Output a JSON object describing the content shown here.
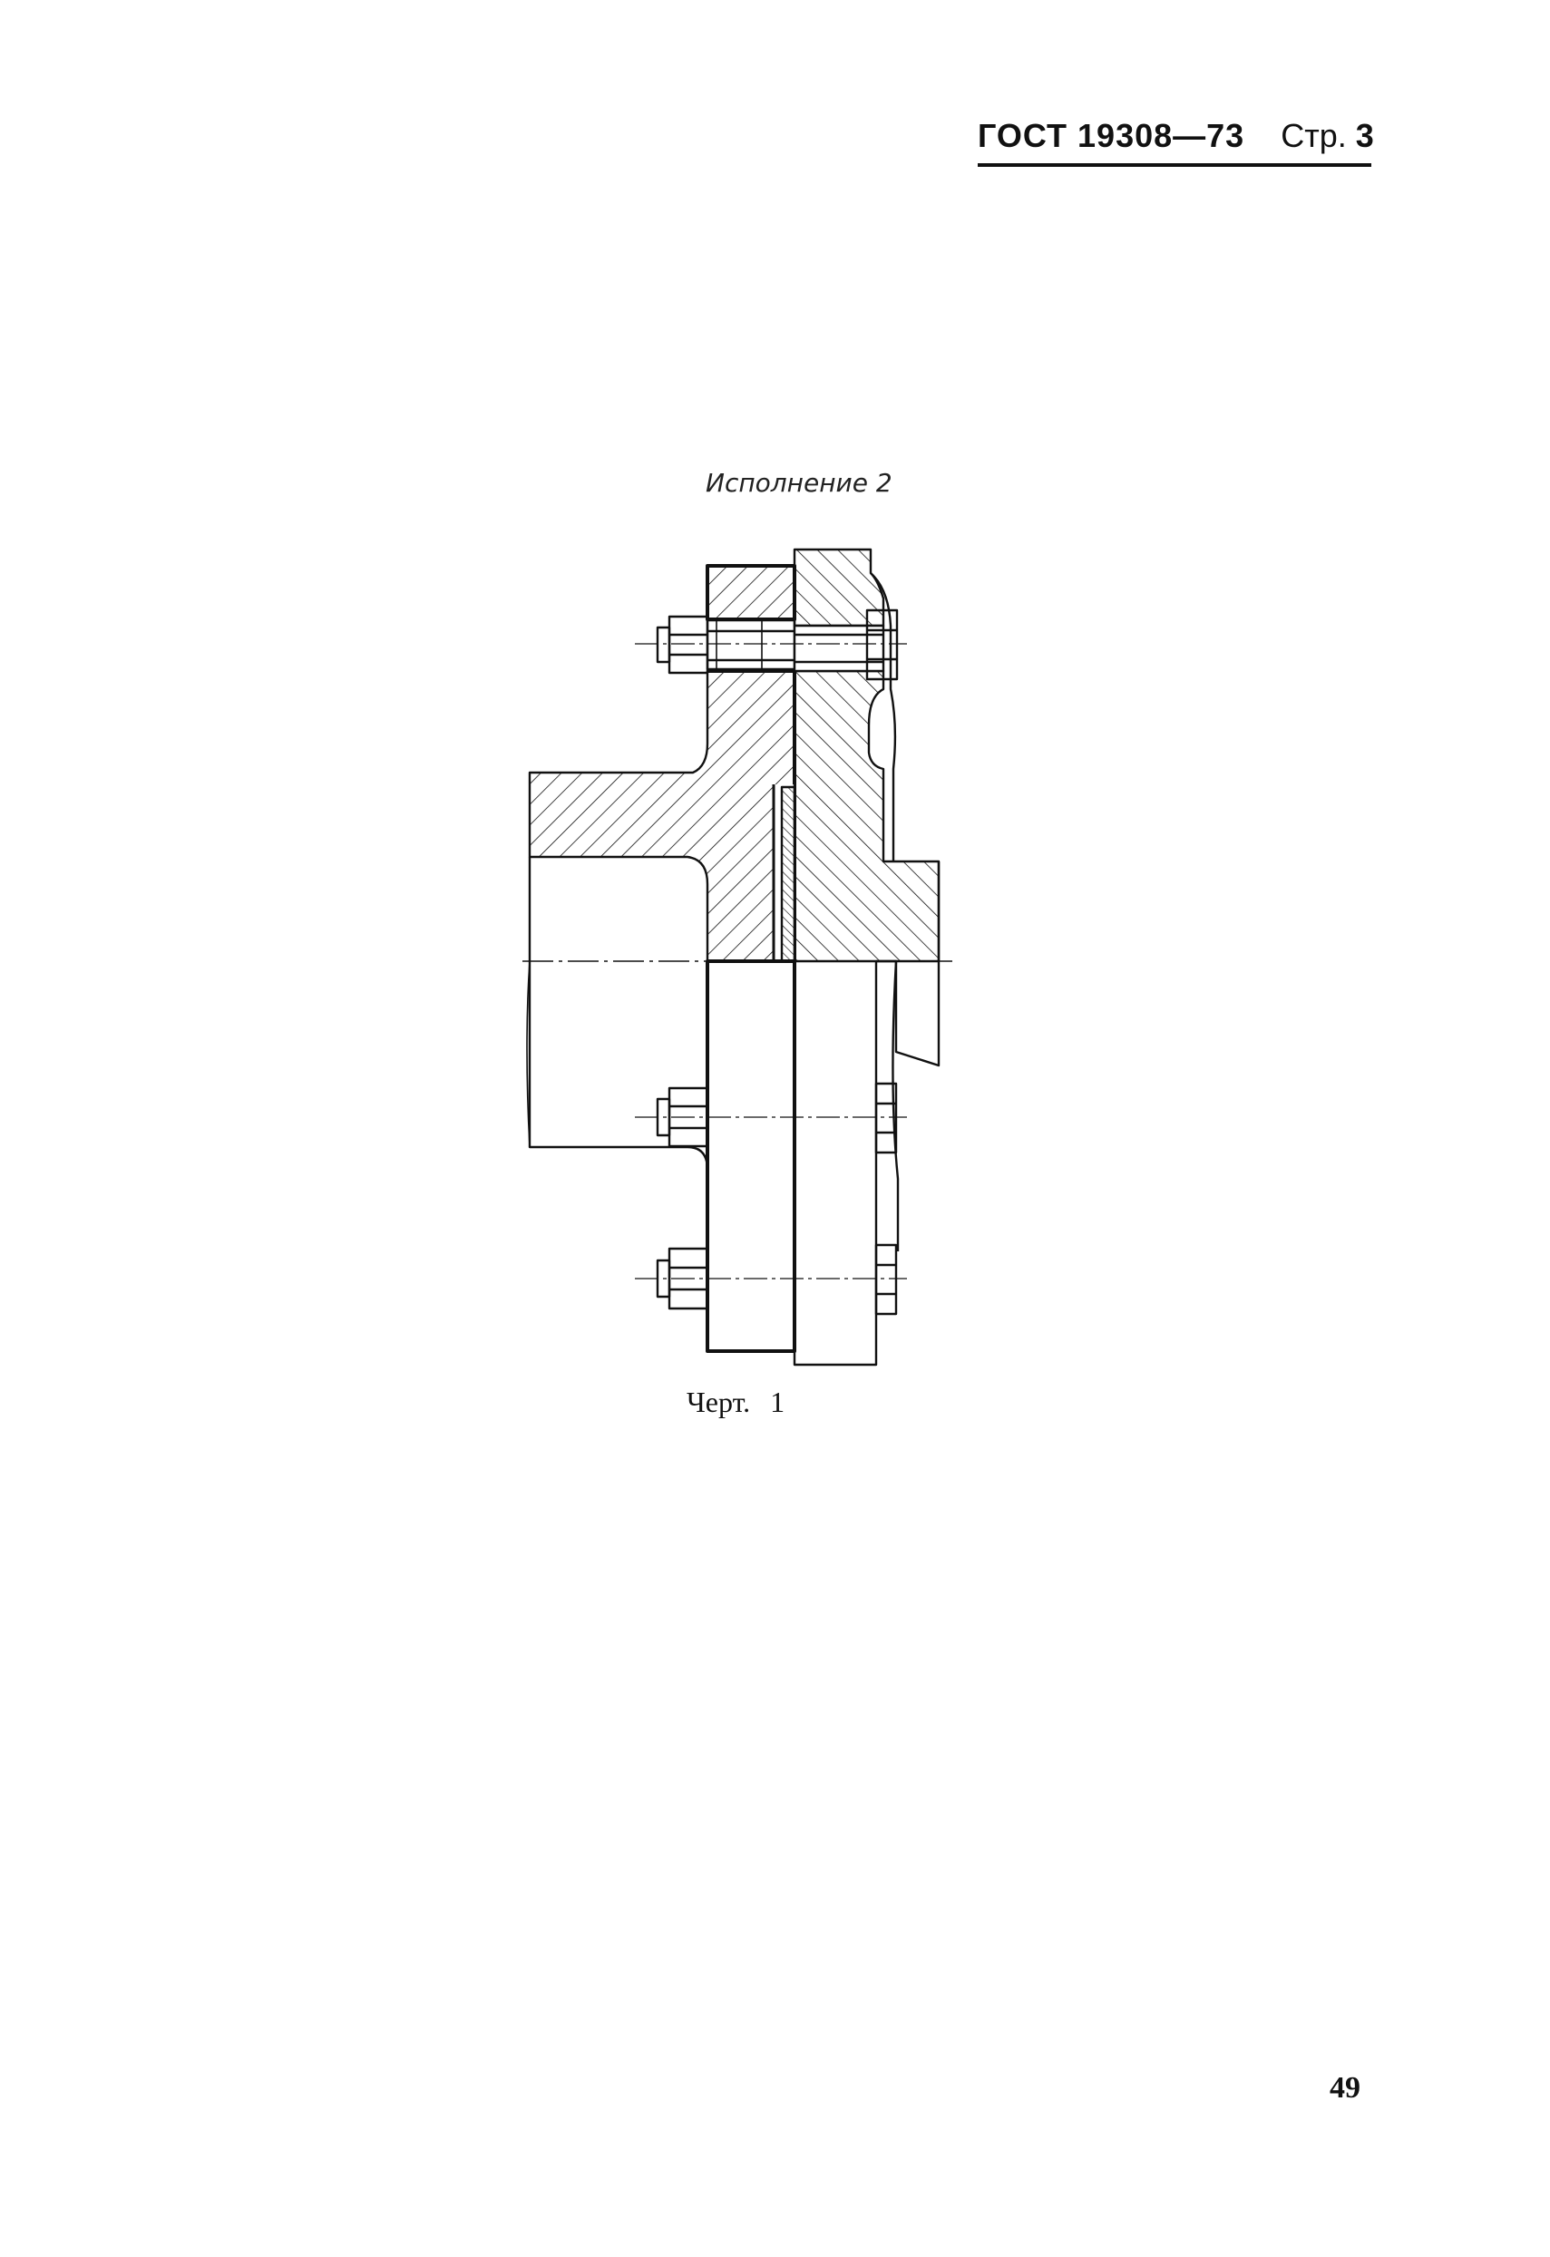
{
  "header": {
    "standard": "ГОСТ 19308—73",
    "page_label": "Стр.",
    "page_value": "3"
  },
  "figure": {
    "variant_label": "Исполнение 2",
    "caption_label": "Черт.",
    "caption_number": "1"
  },
  "footer": {
    "page_number": "49"
  },
  "colors": {
    "ink": "#111111",
    "paper": "#ffffff"
  }
}
